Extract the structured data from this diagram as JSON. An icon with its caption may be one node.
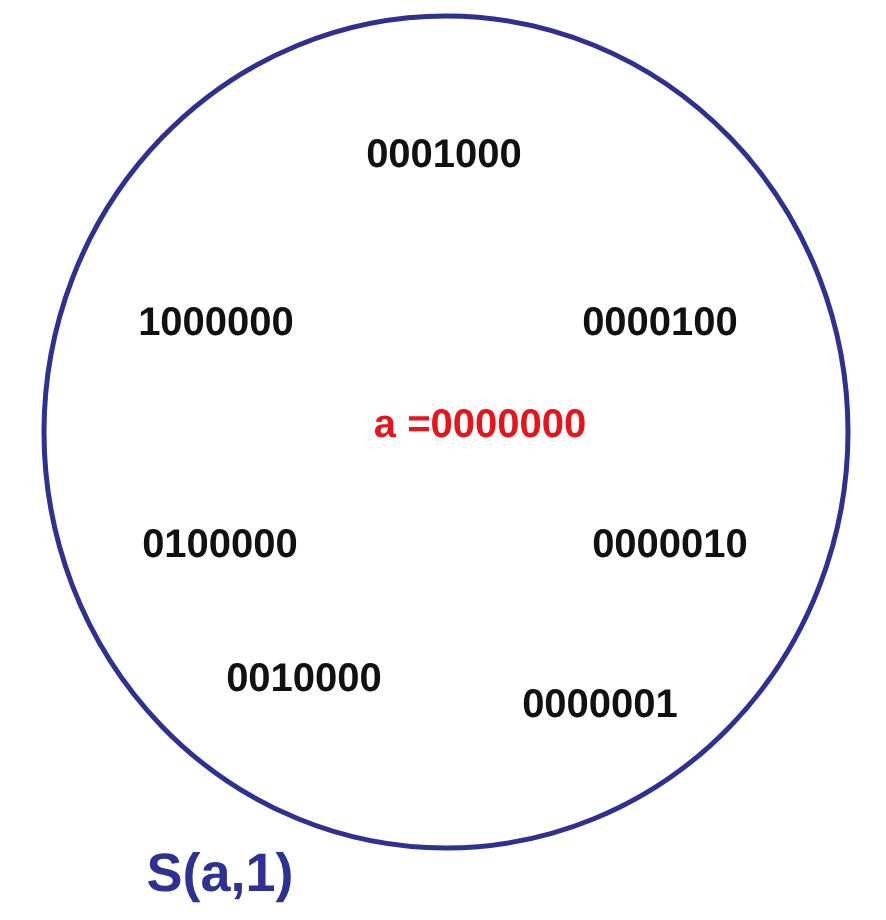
{
  "diagram": {
    "nodes": [
      {
        "text": [
          "0001000",
          "1000000",
          "0000100",
          "a =0000000",
          "0100000",
          "0000010",
          "0010000",
          "0000001"
        ],
        "beside": [
          "S(a,1)"
        ]
      }
    ]
  }
}
